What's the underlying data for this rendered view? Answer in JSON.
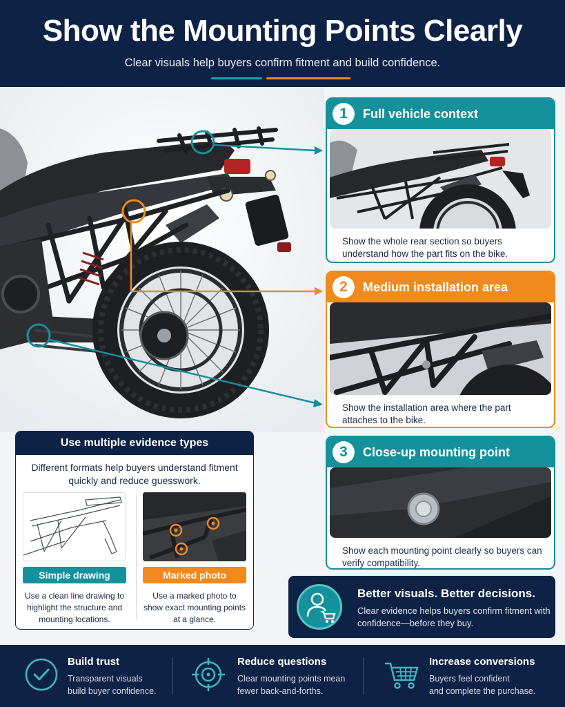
{
  "header": {
    "title": "Show the Mounting Points Clearly",
    "subtitle": "Clear visuals help buyers confirm fitment and build confidence."
  },
  "colors": {
    "navy": "#0e2246",
    "teal": "#14919a",
    "orange": "#f08a1c"
  },
  "cards": [
    {
      "number": "1",
      "title": "Full vehicle context",
      "caption": "Show the whole rear section so buyers understand how the part fits on the bike.",
      "accent": "teal"
    },
    {
      "number": "2",
      "title": "Medium installation area",
      "caption": "Show the installation area where the part attaches to the bike.",
      "accent": "orange"
    },
    {
      "number": "3",
      "title": "Close-up mounting point",
      "caption": "Show each mounting point clearly so buyers can verify compatibility.",
      "accent": "teal"
    }
  ],
  "evidence": {
    "title": "Use multiple evidence types",
    "description": "Different formats help buyers understand fitment quickly and reduce guesswork.",
    "types": [
      {
        "label": "Simple drawing",
        "text": "Use a clean line drawing to highlight the structure and mounting locations."
      },
      {
        "label": "Marked photo",
        "text": "Use a marked photo to show exact mounting points at a glance."
      }
    ]
  },
  "better": {
    "title": "Better visuals. Better decisions.",
    "text": "Clear evidence helps buyers confirm fitment with confidence—before they buy.",
    "icon": "user-cart-icon"
  },
  "footer": [
    {
      "title": "Build trust",
      "text": [
        "Transparent visuals",
        "build buyer confidence."
      ],
      "icon": "check-circle-icon"
    },
    {
      "title": "Reduce questions",
      "text": [
        "Clear mounting points mean",
        "fewer back-and-forths."
      ],
      "icon": "target-icon"
    },
    {
      "title": "Increase conversions",
      "text": [
        "Buyers feel confident",
        "and complete the purchase."
      ],
      "icon": "cart-icon"
    }
  ]
}
